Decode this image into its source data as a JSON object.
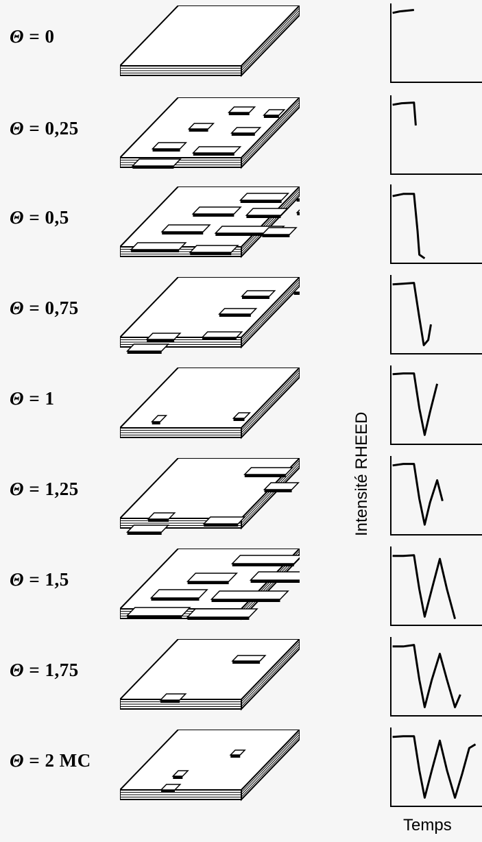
{
  "rows": [
    {
      "symbol": "Θ",
      "value": "= 0"
    },
    {
      "symbol": "Θ",
      "value": "= 0,25"
    },
    {
      "symbol": "Θ",
      "value": "= 0,5"
    },
    {
      "symbol": "Θ",
      "value": "= 0,75"
    },
    {
      "symbol": "Θ",
      "value": "= 1"
    },
    {
      "symbol": "Θ",
      "value": "= 1,25"
    },
    {
      "symbol": "Θ",
      "value": "= 1,5"
    },
    {
      "symbol": "Θ",
      "value": "= 1,75"
    },
    {
      "symbol": "Θ",
      "value": "= 2 MC"
    }
  ],
  "axes": {
    "ylabel": "Intensité RHEED",
    "xlabel": "Temps"
  },
  "colors": {
    "ink": "#000000",
    "surface": "#ffffff",
    "background": "#f6f6f6"
  }
}
